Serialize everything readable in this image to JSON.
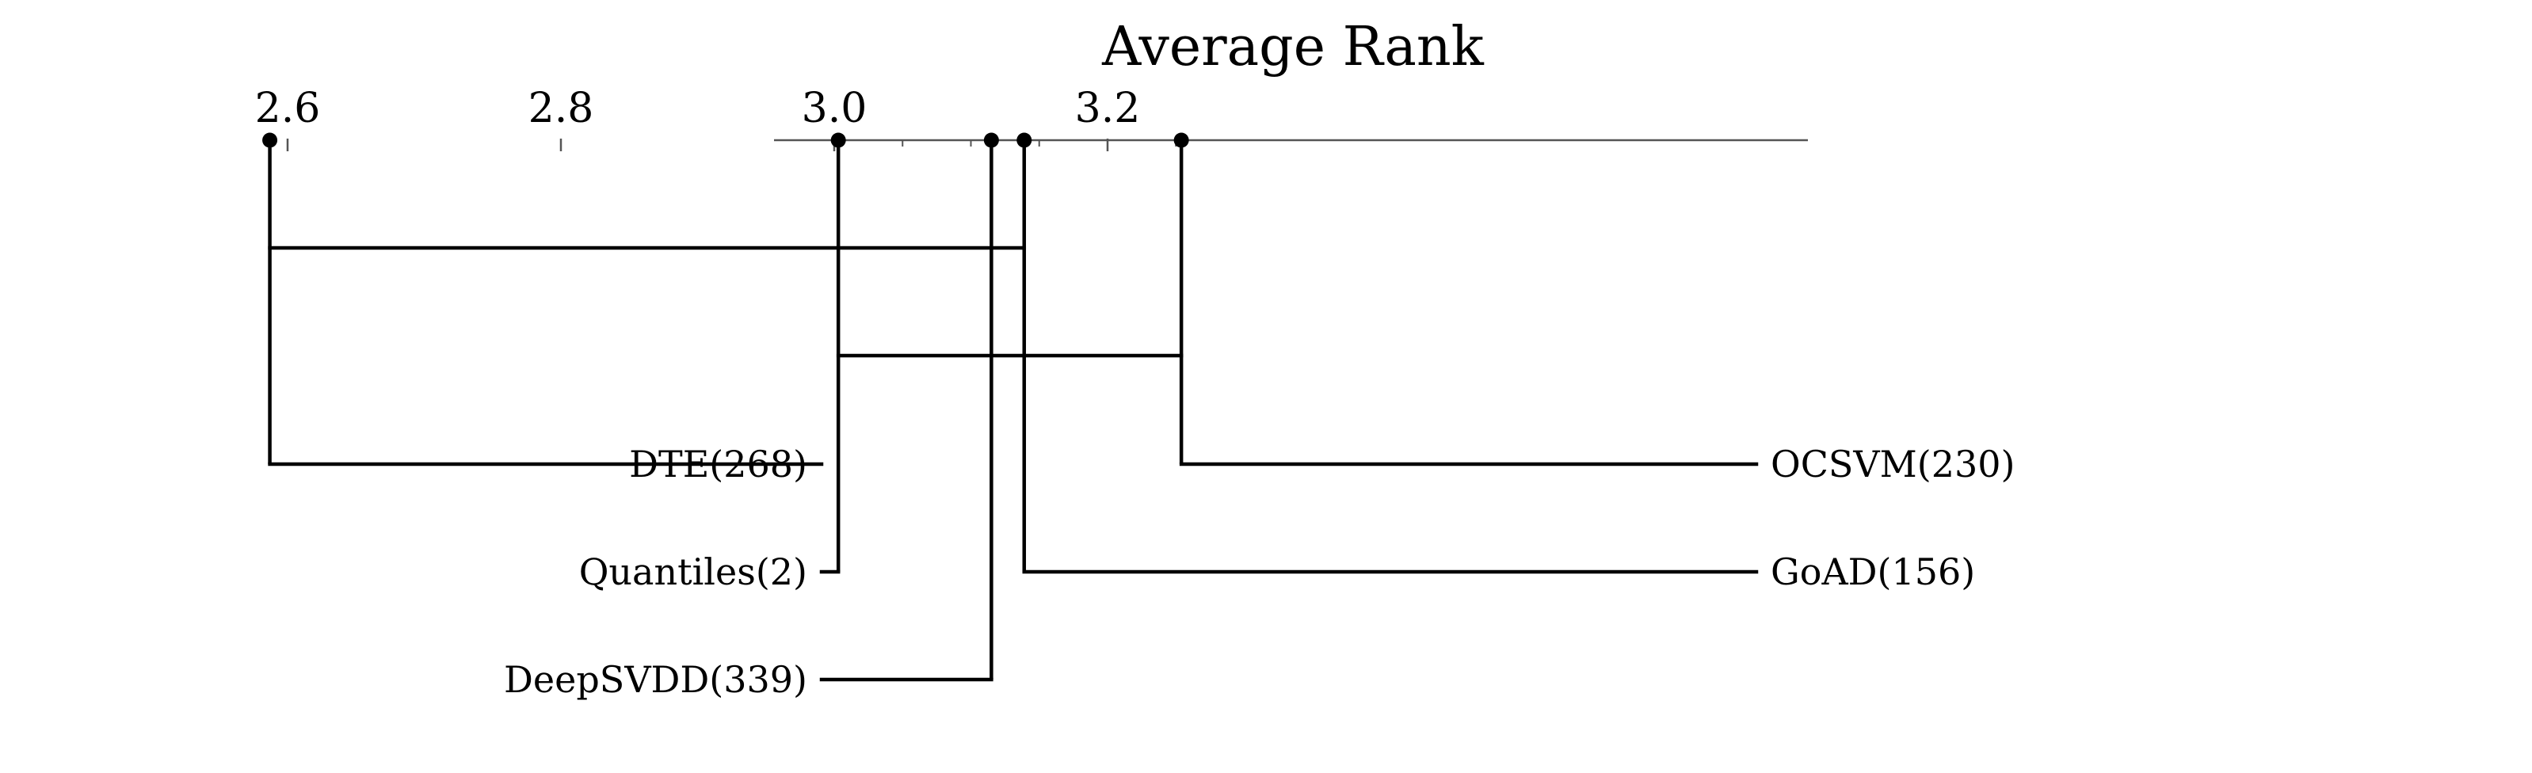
{
  "chart_data": {
    "type": "critical-difference-diagram",
    "title": "",
    "xlabel": "Average Rank",
    "xlim": [
      2.543,
      3.298
    ],
    "ticks": [
      {
        "value": 2.6,
        "label": "2.6"
      },
      {
        "value": 2.8,
        "label": "2.8"
      },
      {
        "value": 3.0,
        "label": "3.0"
      },
      {
        "value": 3.2,
        "label": "3.2"
      }
    ],
    "minor_tick_step": 0.05,
    "methods": [
      {
        "name": "DTE(268)",
        "rank": 2.587,
        "side": "left"
      },
      {
        "name": "Quantiles(2)",
        "rank": 3.003,
        "side": "left"
      },
      {
        "name": "DeepSVDD(339)",
        "rank": 3.115,
        "side": "left"
      },
      {
        "name": "GoAD(156)",
        "rank": 3.139,
        "side": "right"
      },
      {
        "name": "OCSVM(230)",
        "rank": 3.254,
        "side": "right"
      }
    ],
    "cliques": [
      {
        "from": 2.587,
        "to": 3.139
      },
      {
        "from": 3.003,
        "to": 3.254
      }
    ],
    "colors": {
      "line": "#000000",
      "axis": "#555555"
    }
  }
}
